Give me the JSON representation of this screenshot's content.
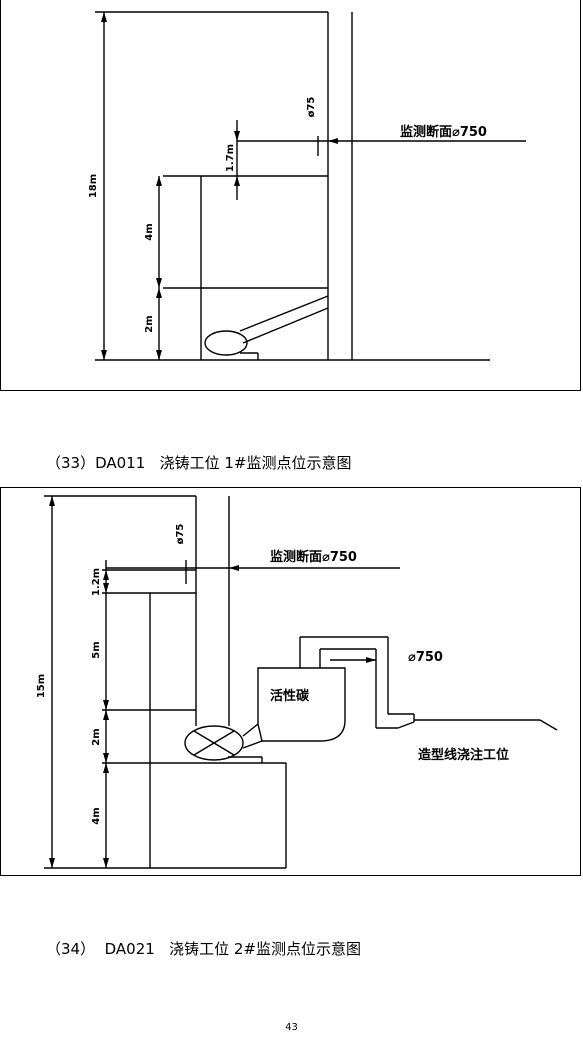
{
  "figure1": {
    "dimensions": {
      "height_total": "18m",
      "gap_top": "1.7m",
      "segment_mid": "4m",
      "segment_low": "2m"
    },
    "pipe_diameter_small": "ø75",
    "section_label": "监测断面⌀750"
  },
  "caption1": "（33）DA011   浇铸工位 1#监测点位示意图",
  "figure2": {
    "dimensions": {
      "height_total": "15m",
      "gap_top": "1.2m",
      "segment_1": "5m",
      "segment_2": "2m",
      "segment_3": "4m"
    },
    "pipe_diameter_small": "ø75",
    "section_label": "监测断面⌀750",
    "pipe_diameter_inlet": "⌀750",
    "equipment_label": "活性碳",
    "workstation_label": "造型线浇注工位"
  },
  "caption2": "（34）  DA021   浇铸工位 2#监测点位示意图",
  "page_number": "43"
}
